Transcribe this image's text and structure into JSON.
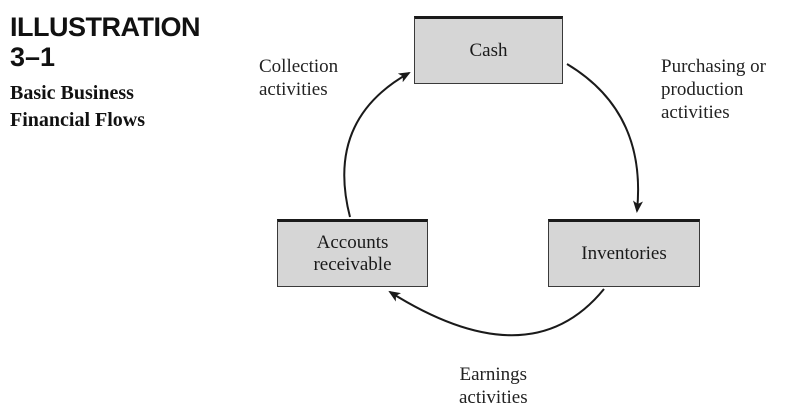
{
  "illustration": {
    "heading": "ILLUSTRATION",
    "number": "3–1",
    "caption_lines": [
      "Basic Business",
      "Financial Flows"
    ]
  },
  "nodes": {
    "cash": {
      "lines": [
        "Cash"
      ]
    },
    "accounts_receivable": {
      "lines": [
        "Accounts",
        "receivable"
      ]
    },
    "inventories": {
      "lines": [
        "Inventories"
      ]
    }
  },
  "flows": {
    "collection": {
      "lines": [
        "Collection",
        "activities"
      ]
    },
    "purchasing": {
      "lines": [
        "Purchasing or",
        "production",
        "activities"
      ]
    },
    "earnings": {
      "lines": [
        "Earnings",
        "activities"
      ]
    }
  }
}
